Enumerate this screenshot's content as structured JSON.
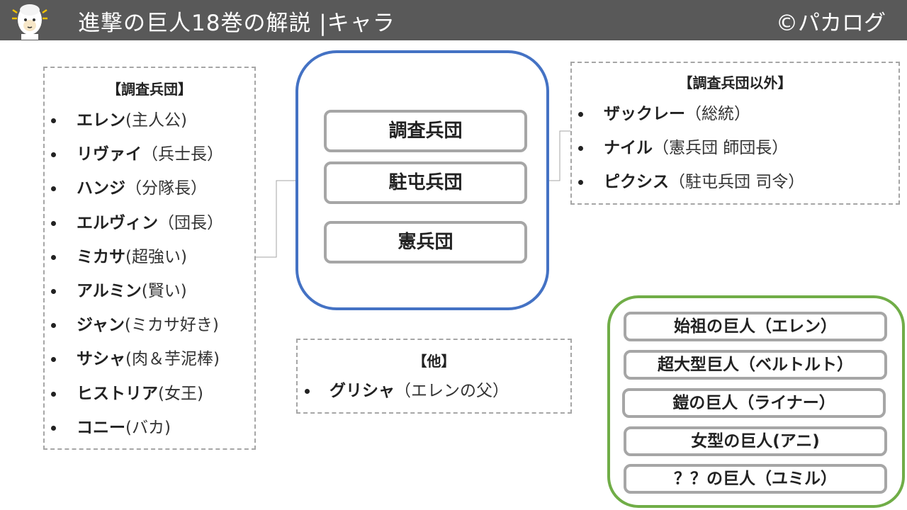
{
  "header": {
    "title": "進撃の巨人18巻の解説 |キャラ",
    "copyright": "©パカログ",
    "logo_icon": "alpaca-icon"
  },
  "survey_corps": {
    "heading": "【調査兵団】",
    "members": [
      {
        "name": "エレン",
        "desc": "(主人公)"
      },
      {
        "name": "リヴァイ",
        "desc": "（兵士長）"
      },
      {
        "name": "ハンジ",
        "desc": "（分隊長）"
      },
      {
        "name": "エルヴィン",
        "desc": "（団長）"
      },
      {
        "name": "ミカサ",
        "desc": "(超強い)"
      },
      {
        "name": "アルミン",
        "desc": "(賢い)"
      },
      {
        "name": "ジャン",
        "desc": "(ミカサ好き)"
      },
      {
        "name": "サシャ",
        "desc": "(肉＆芋泥棒)"
      },
      {
        "name": "ヒストリア",
        "desc": "(女王)"
      },
      {
        "name": "コニー",
        "desc": "(バカ)"
      }
    ]
  },
  "military": {
    "corps": [
      "調査兵団",
      "駐屯兵団",
      "憲兵団"
    ]
  },
  "outside_survey": {
    "heading": "【調査兵団以外】",
    "members": [
      {
        "name": "ザックレー",
        "desc": "（総統）"
      },
      {
        "name": "ナイル",
        "desc": "（憲兵団 師団長）"
      },
      {
        "name": "ピクシス",
        "desc": "（駐屯兵団 司令）"
      }
    ]
  },
  "others": {
    "heading": "【他】",
    "members": [
      {
        "name": "グリシャ",
        "desc": "（エレンの父）"
      }
    ]
  },
  "titans": {
    "items": [
      "始祖の巨人（エレン）",
      "超大型巨人（ベルトルト）",
      "鎧の巨人（ライナー）",
      "女型の巨人(アニ)",
      "？？の巨人（ユミル）"
    ]
  },
  "colors": {
    "header_bg": "#595959",
    "center_border": "#4472c4",
    "titan_border": "#70ad47",
    "pill_border": "#a6a6a6"
  }
}
